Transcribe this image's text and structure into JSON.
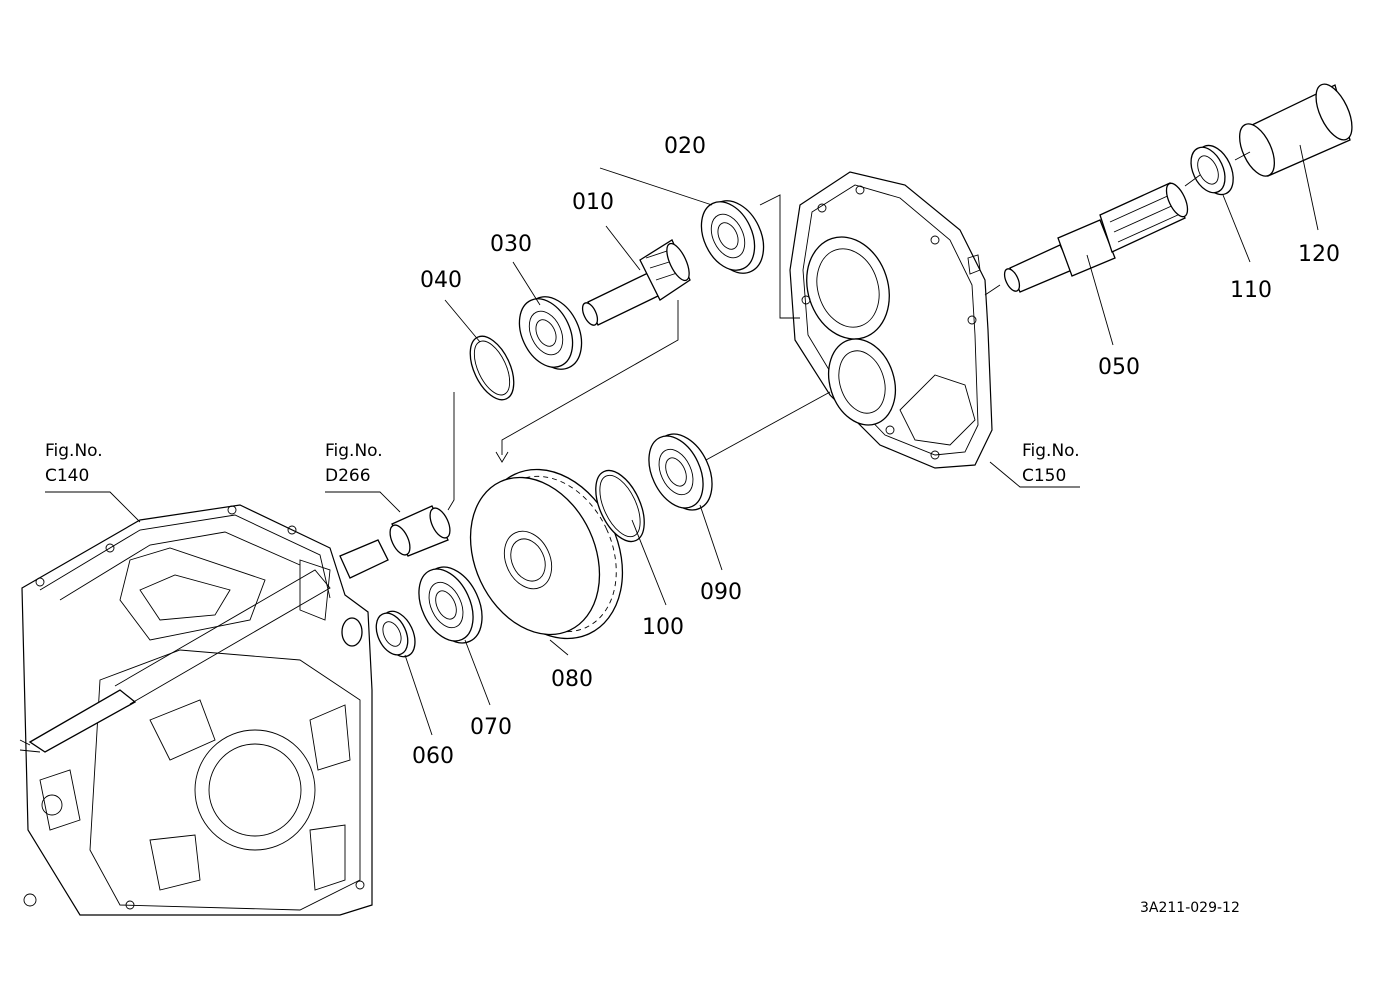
{
  "parts": {
    "p010": "010",
    "p020": "020",
    "p030": "030",
    "p040": "040",
    "p050": "050",
    "p060": "060",
    "p070": "070",
    "p080": "080",
    "p090": "090",
    "p100": "100",
    "p110": "110",
    "p120": "120"
  },
  "refs": {
    "c140": {
      "line1": "Fig.No.",
      "line2": "C140"
    },
    "d266": {
      "line1": "Fig.No.",
      "line2": "D266"
    },
    "c150": {
      "line1": "Fig.No.",
      "line2": "C150"
    }
  },
  "drawing_code": "3A211-029-12"
}
